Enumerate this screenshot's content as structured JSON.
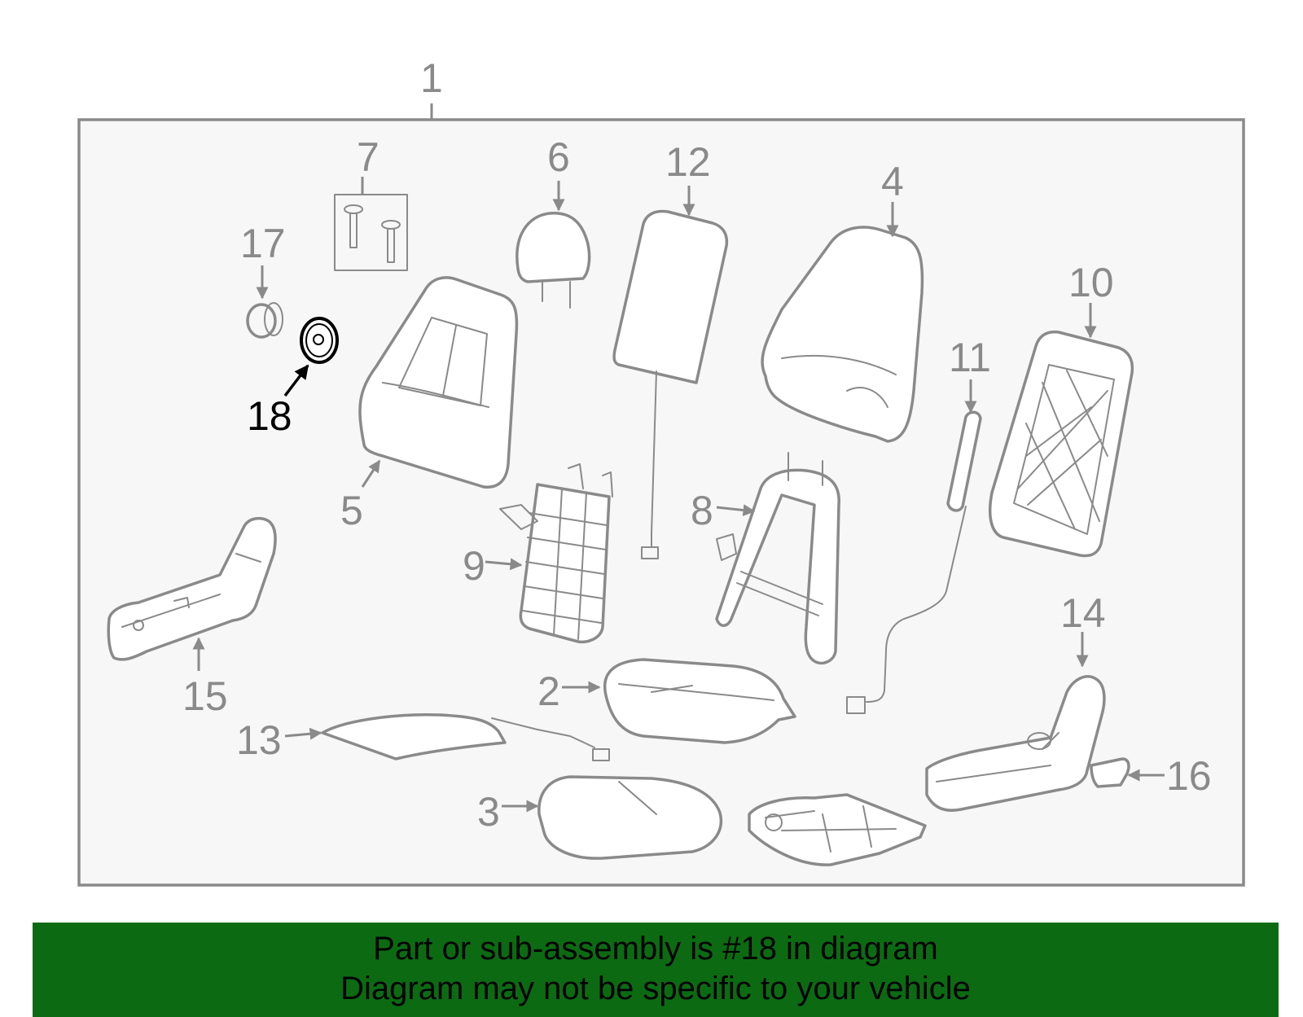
{
  "diagram": {
    "highlighted_part": "18",
    "callouts": [
      "1",
      "2",
      "3",
      "4",
      "5",
      "6",
      "7",
      "8",
      "9",
      "10",
      "11",
      "12",
      "13",
      "14",
      "15",
      "16",
      "17",
      "18"
    ]
  },
  "banner": {
    "line1": "Part or sub-assembly is #18 in diagram",
    "line2": "Diagram may not be specific to your vehicle"
  },
  "colors": {
    "line": "#8a8a8a",
    "highlight": "#000000",
    "panel": "#f7f7f7",
    "banner": "#0c6b12"
  }
}
